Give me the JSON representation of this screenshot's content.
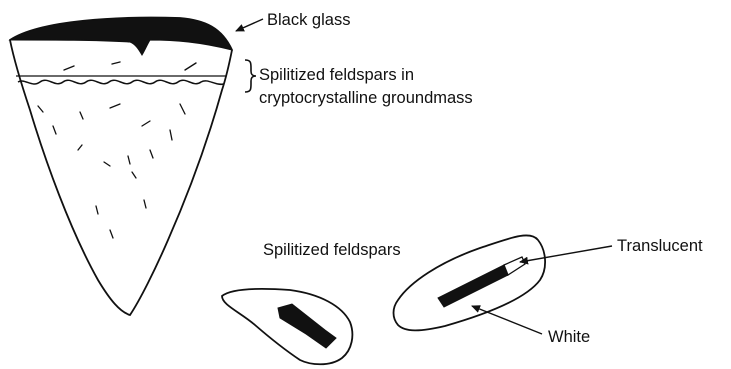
{
  "labels": {
    "black_glass": "Black glass",
    "spilitized_top_line1": "Spilitized feldspars in",
    "spilitized_top_line2": "cryptocrystalline groundmass",
    "spilitized_bottom": "Spilitized feldspars",
    "translucent": "Translucent",
    "white": "White"
  },
  "colors": {
    "ink": "#111111",
    "background": "#ffffff"
  }
}
